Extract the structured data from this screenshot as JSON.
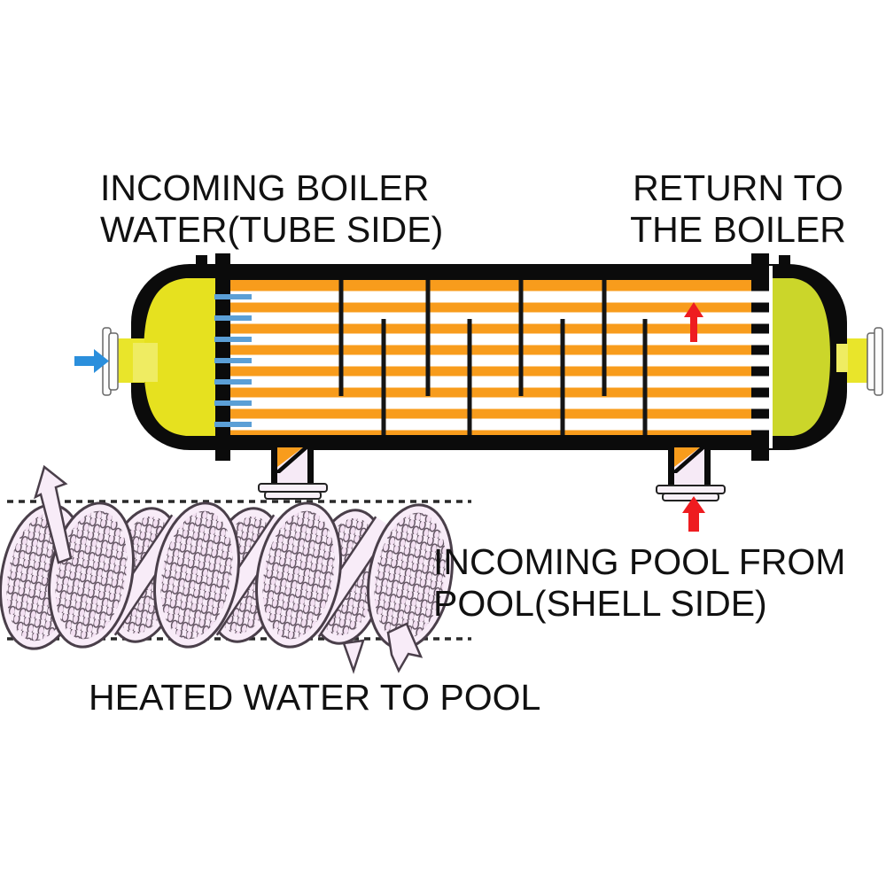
{
  "diagram": {
    "title": "Shell and tube pool heat exchanger flow diagram",
    "labels": {
      "incoming_boiler": {
        "line1": "INCOMING BOILER",
        "line2": "WATER(TUBE SIDE)"
      },
      "return_boiler": {
        "line1": "RETURN TO",
        "line2": "THE BOILER"
      },
      "incoming_pool": {
        "line1": "INCOMING POOL FROM",
        "line2": "POOL(SHELL SIDE)"
      },
      "heated_water": {
        "line1": "HEATED WATER TO POOL"
      }
    },
    "arrows": [
      {
        "name": "boiler-water-in-arrow",
        "direction": "right",
        "color": "#2b8fdc"
      },
      {
        "name": "return-flow-arrow",
        "direction": "up",
        "color": "#ee1c20"
      },
      {
        "name": "pool-water-in-arrow",
        "direction": "up",
        "color": "#ee1c20"
      },
      {
        "name": "heated-water-out-arrow",
        "direction": "up-left",
        "color": "#f8ecf8"
      }
    ],
    "colors": {
      "shell_outline": "#0b0b0b",
      "shell_side_fluid_orange": "#f89c1c",
      "left_cap_yellow": "#e6e11f",
      "right_cap_yellow_green": "#cbd62a",
      "nozzle_yellow": "#e9e52a",
      "tube_white": "#ffffff",
      "tube_end_blue": "#5b9fd6",
      "arrow_blue": "#2b8fdc",
      "arrow_red": "#ee1c20",
      "disc_pink": "#f8ecf8",
      "disc_outline": "#4a3f4a"
    },
    "structure": {
      "tubes_visible": 7,
      "top_baffles": 4,
      "bottom_baffles": 4,
      "perforated_discs": 5,
      "diagonal_spacer_discs": 3
    }
  }
}
